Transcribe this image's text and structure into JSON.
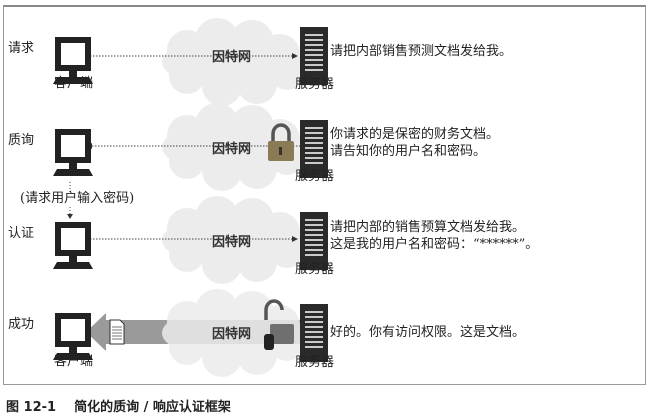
{
  "rows": [
    {
      "stage": "请求",
      "cloud": "因特网",
      "client": "客户端",
      "server": "服务器",
      "message": [
        "请把内部销售预测文档发给我。"
      ]
    },
    {
      "stage": "质询",
      "cloud": "因特网",
      "server": "服务器",
      "message": [
        "你请求的是保密的财务文档。",
        "请告知你的用户名和密码。"
      ]
    },
    {
      "stage": "认证",
      "cloud": "因特网",
      "server": "服务器",
      "message": [
        "请把内部的销售预算文档发给我。",
        "这是我的用户名和密码：“******”。"
      ]
    },
    {
      "stage": "成功",
      "cloud": "因特网",
      "client": "客户端",
      "server": "服务器",
      "message": [
        "好的。你有访问权限。这是文档。"
      ]
    }
  ],
  "prompt_note": "(请求用户输入密码)",
  "caption": {
    "number": "图 12-1",
    "title": "简化的质询 / 响应认证框架"
  }
}
